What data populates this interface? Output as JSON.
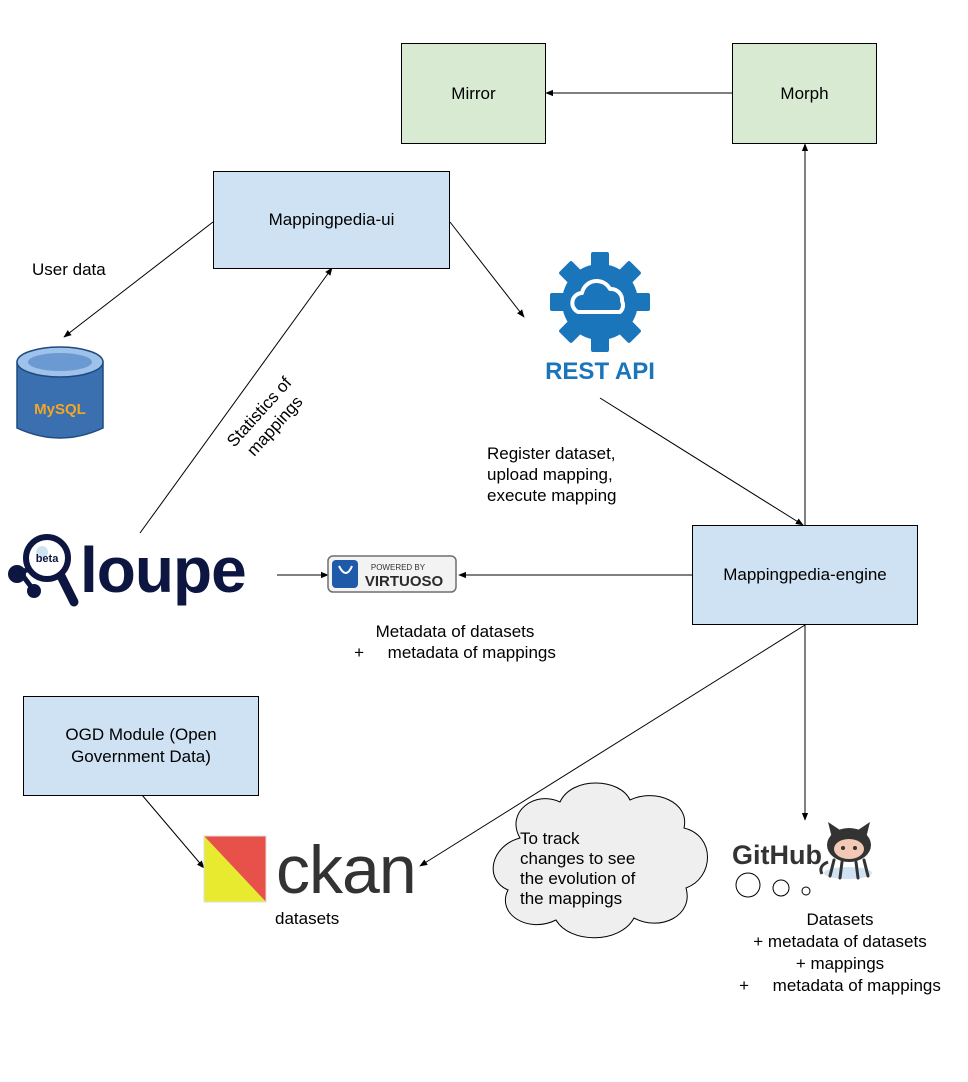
{
  "boxes": {
    "mirror": "Mirror",
    "morph": "Morph",
    "ui": "Mappingpedia-ui",
    "engine": "Mappingpedia-engine",
    "ogd": "OGD Module (Open Government Data)"
  },
  "logos": {
    "mysql": "MySQL",
    "rest_api": "REST API",
    "loupe_word": "loupe",
    "loupe_badge": "beta",
    "virtuoso_top": "POWERED BY",
    "virtuoso_name": "VIRTUOSO",
    "ckan": "ckan",
    "github": "GitHub"
  },
  "labels": {
    "user_data": "User data",
    "statistics": [
      "Statistics of",
      "mappings"
    ],
    "register": [
      "Register dataset,",
      "upload mapping,",
      "execute mapping"
    ],
    "metadata_virtuoso": [
      "Metadata of datasets",
      "+     metadata of mappings"
    ],
    "datasets_ckan": "datasets",
    "cloud": [
      "To track",
      "changes to see",
      "the evolution of",
      "the mappings"
    ],
    "github_contents": [
      "Datasets",
      "+ metadata of datasets",
      "+ mappings",
      "+     metadata of mappings"
    ]
  },
  "colors": {
    "green_box": "#d9ead3",
    "blue_box": "#cfe2f3",
    "rest_blue": "#1b75bb",
    "loupe_navy": "#0c1640",
    "ckan_red": "#e8504a",
    "ckan_yellow": "#e8ea30",
    "ckan_gray": "#333333",
    "mysql_blue": "#3a6fb0",
    "cloud_fill": "#efefef"
  }
}
